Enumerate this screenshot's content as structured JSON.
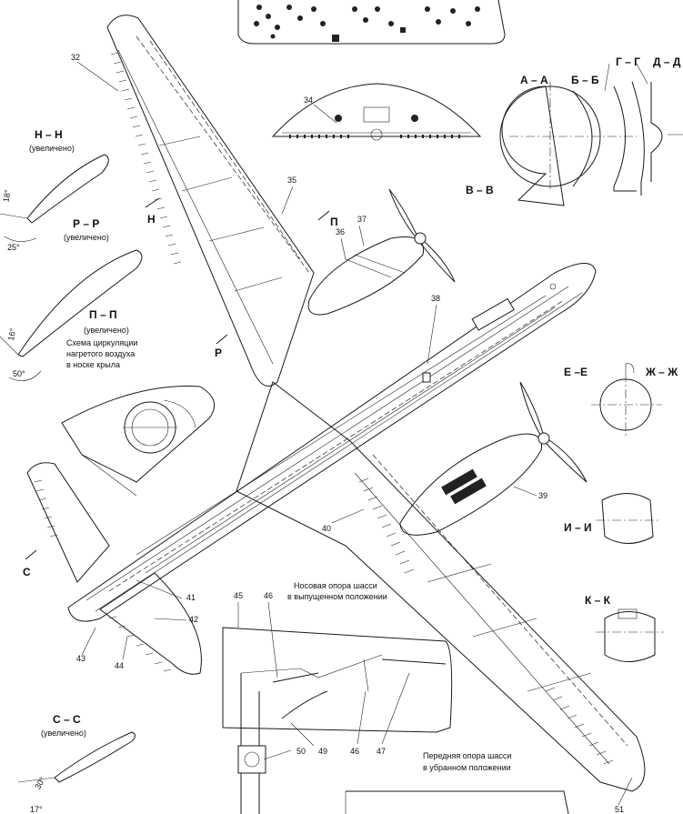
{
  "sections": {
    "a_a": "А – А",
    "b_b": "Б – Б",
    "g_g": "Г – Г",
    "d_d": "Д – Д",
    "v_v": "В – В",
    "n_n": "Н – Н",
    "r_r": "Р – Р",
    "p_p": "П – П",
    "e_e": "Е –Е",
    "zh_zh": "Ж – Ж",
    "i_i": "И – И",
    "k_k": "К – К",
    "s_s": "С – С"
  },
  "notes": {
    "enlarged": "(увеличено)",
    "scheme_line1": "Схема циркуляции",
    "scheme_line2": "нагретого воздуха",
    "scheme_line3": "в носке крыла",
    "nose_gear_line1": "Носовая опора шасси",
    "nose_gear_line2": "в выпущенном положении",
    "front_gear_line1": "Передняя опора шасси",
    "front_gear_line2": "в убранном положении"
  },
  "cut_marks": {
    "n": "Н",
    "p": "П",
    "r": "Р",
    "s": "С"
  },
  "angles": {
    "a18": "18°",
    "a25": "25°",
    "a16": "16°",
    "a50": "50°",
    "a30": "30°",
    "a17": "17°"
  },
  "callouts": {
    "c32": "32",
    "c34": "34",
    "c35": "35",
    "c36": "36",
    "c37": "37",
    "c38": "38",
    "c39": "39",
    "c40": "40",
    "c41": "41",
    "c42": "42",
    "c43": "43",
    "c44": "44",
    "c45": "45",
    "c46a": "46",
    "c46b": "46",
    "c47": "47",
    "c49": "49",
    "c50": "50",
    "c51": "51"
  }
}
